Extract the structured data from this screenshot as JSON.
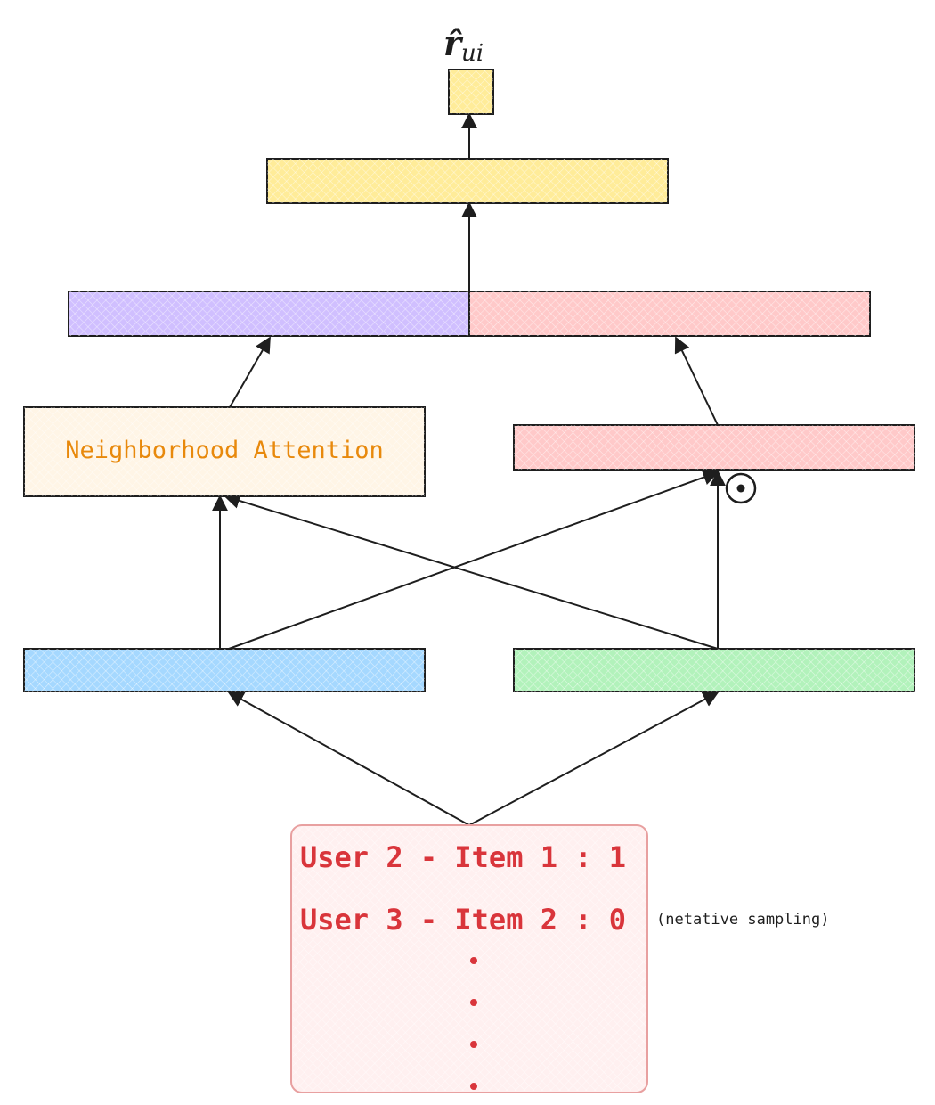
{
  "output_label": "r̂",
  "output_subscript": "ui",
  "attention_label": "Neighborhood Attention",
  "hadamard_symbol": "⊙",
  "samples": [
    "User 2 - Item 1 : 1",
    "User 3 - Item 2 : 0"
  ],
  "negative_sampling_note": "(netative sampling)",
  "colors": {
    "output_box": "#ffec99",
    "hidden_layer": "#ffec99",
    "concat_left": "#d0bfff",
    "concat_right": "#ffc9c9",
    "attention_box": "#fff5e6",
    "attention_text": "#e8890c",
    "gmf_box": "#ffc9c9",
    "user_embedding": "#a5d8ff",
    "item_embedding": "#b2f2bb",
    "input_box_fill": "#fff0f0",
    "input_box_border": "#e8a0a0",
    "input_text": "#d9353b"
  }
}
